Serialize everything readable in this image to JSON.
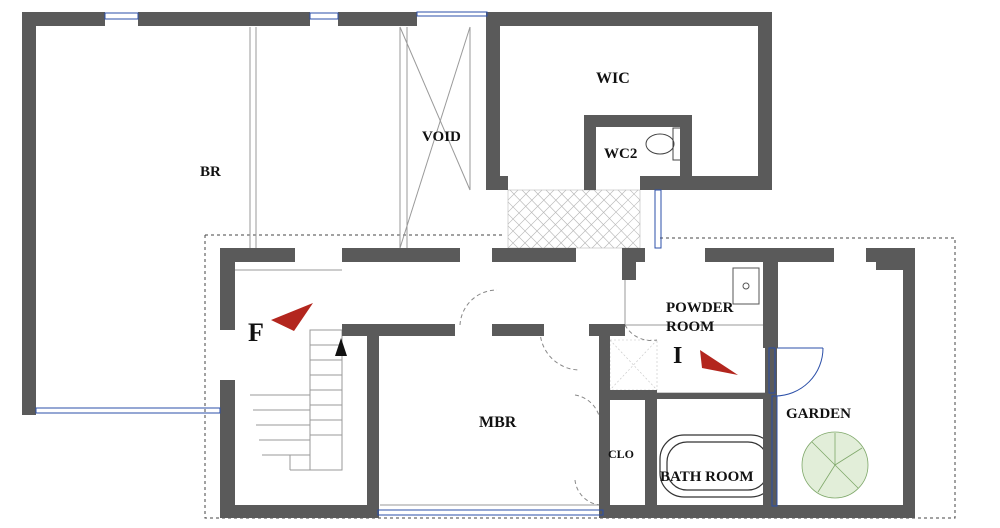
{
  "rooms": {
    "br": "BR",
    "void": "VOID",
    "wic": "WIC",
    "wc2": "WC2",
    "powder_line1": "POWDER",
    "powder_line2": "ROOM",
    "mbr": "MBR",
    "clo": "CLO",
    "bath": "BATH ROOM",
    "garden": "GARDEN"
  },
  "markers": {
    "f": "F",
    "i": "I"
  },
  "colors": {
    "wall": "#5a5a5a",
    "window": "#2b4fa8",
    "arrow": "#b3261e",
    "thin": "#9a9a9a",
    "tree": "#9fc28a"
  }
}
